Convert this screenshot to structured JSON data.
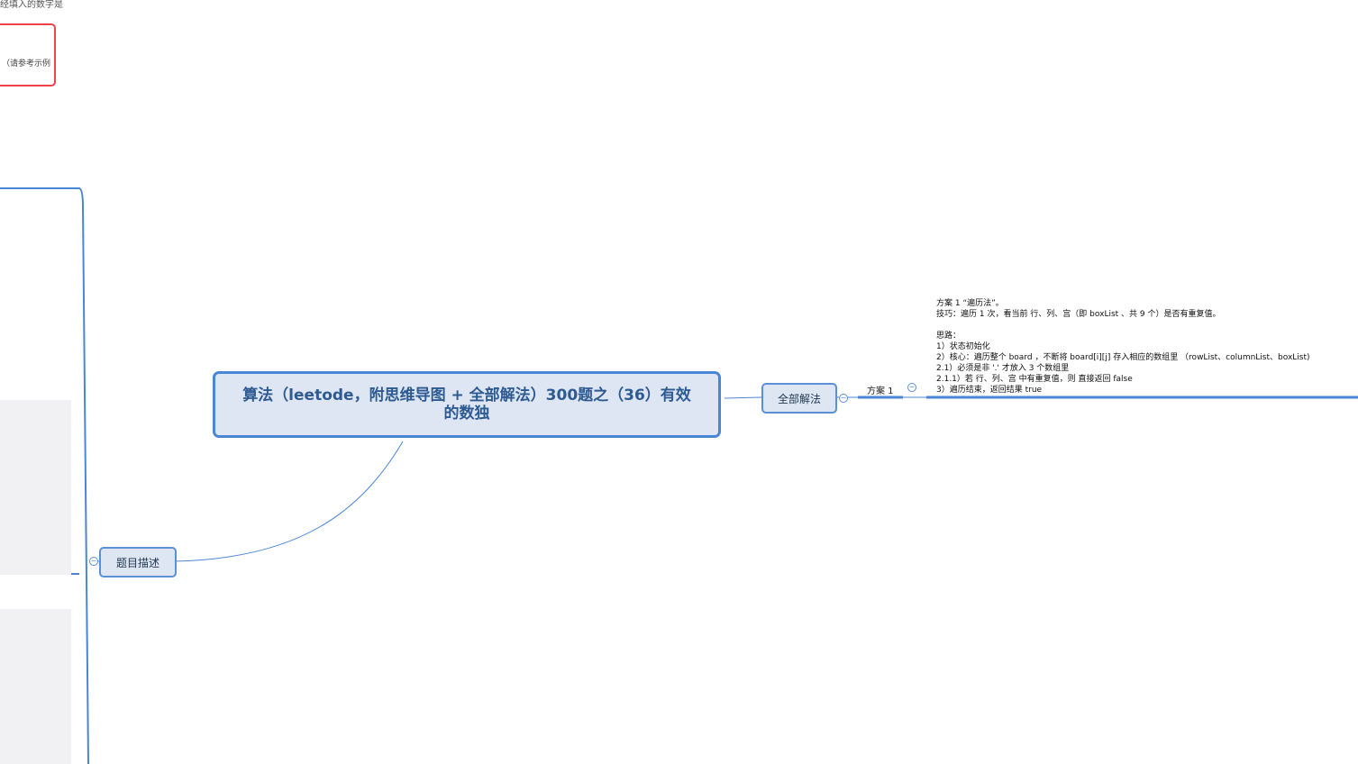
{
  "root": {
    "title": "算法（leetode，附思维导图 + 全部解法）300题之（36）有效的数独"
  },
  "branches": {
    "solutions": "全部解法",
    "description": "题目描述"
  },
  "solution1": {
    "label": "方案 1",
    "note": "方案 1 “遍历法”。\n技巧：遍历 1 次，看当前 行、列、宫（即 boxList 、共 9 个）是否有重复值。\n\n思路：\n1）状态初始化\n2）核心：遍历整个 board ，不断将 board[i][j] 存入相应的数组里 （rowList、columnList、boxList)\n2.1）必须是非 '.' 才放入 3 个数组里\n2.1.1）若 行、列、宫 中有重复值，则 直接返回 false\n3）遍历结束，返回结果 true"
  },
  "offscreen": {
    "top_text": "经填入的数字是",
    "red_box_text": "（请参考示例"
  },
  "colors": {
    "line": "#4a86d6",
    "node_fill": "#dde6f2",
    "highlight": "#f2404a"
  }
}
